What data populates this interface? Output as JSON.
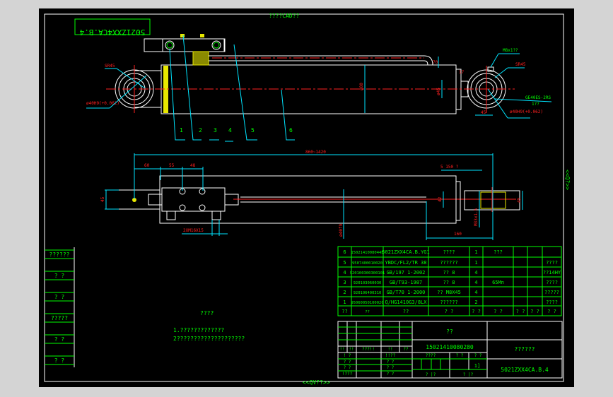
{
  "frame": {
    "top_title": "????CAD??",
    "right_label": "<<Q?>>",
    "bottom_label": "<<QV??>>",
    "corner_code": "5021ZXX4CA.B.4"
  },
  "left_strip": [
    "??????",
    "? ?",
    "? ?",
    "?????",
    "? ?",
    "? ?"
  ],
  "notes": {
    "title": "????",
    "lines": [
      "1.?????????????",
      "2????????????????????"
    ]
  },
  "top_view": {
    "labels": [
      "1",
      "2",
      "3",
      "4",
      "5",
      "6"
    ],
    "annotations": {
      "sr_left": "SR45",
      "bore_left": "ø40H9(+0.062)",
      "dia": "ø80",
      "pipe_h": "70",
      "thread": "M8x1??",
      "sr_right": "SR45",
      "bearing": "GE40ES-2RS",
      "bearing_sub": "1??",
      "bore_right": "ø40H9(+0.062)",
      "d45": "45",
      "d17": "17",
      "rod": "ø45"
    }
  },
  "bottom_view": {
    "overall": "860~1420",
    "d60": "60",
    "d55": "55",
    "d48": "48",
    "ports": "2XM16X15",
    "d45": "45",
    "rod_dia": "ø40f9",
    "stroke_min": "5  150  ?",
    "d45b": "45",
    "m": "M33x1.5",
    "d160": "160",
    "d42": "42"
  },
  "parts_table": {
    "rows": [
      [
        "6",
        "1502141008044B",
        "5021ZXX4CA.B.YG1",
        "????",
        "1",
        "???",
        "",
        "",
        ""
      ],
      [
        "5",
        "9507400010020",
        "YBDC/FL2/TR 38",
        "??????",
        "1",
        "",
        "",
        "",
        "????"
      ],
      [
        "4",
        "920100300300101",
        "GB/197 1-2002",
        "?? 8",
        "4",
        "",
        "",
        "",
        "??14HY"
      ],
      [
        "3",
        "920103060030",
        "GB/T93-1987",
        "?? 8",
        "4",
        "65Mn",
        "",
        "",
        "????"
      ],
      [
        "2",
        "920106400310",
        "GB/T70 1-2000",
        "?? M8X45",
        "4",
        "",
        "",
        "",
        "?????"
      ],
      [
        "1",
        "95060050100020",
        "Q/HG1410G3/8LX",
        "??????",
        "2",
        "",
        "",
        "",
        "????"
      ]
    ],
    "header": [
      "??",
      "??",
      "??",
      "? ?",
      "? ?",
      "? ?",
      "? ?",
      "? ?",
      "? ?"
    ]
  },
  "title_block": {
    "name": "??",
    "code": "15021410080280",
    "company": "??????",
    "drawing_no": "5021ZXX4CA.B.4",
    "sheet": "1]",
    "small": [
      "!!",
      "!!",
      "???!!",
      "!!",
      "??",
      "! ?",
      "? ?",
      "? ?",
      "!???",
      "!!??",
      "? ?",
      "? ?",
      "? ?",
      "????",
      "? ?",
      "? ?",
      "? |?",
      "? |?"
    ]
  }
}
